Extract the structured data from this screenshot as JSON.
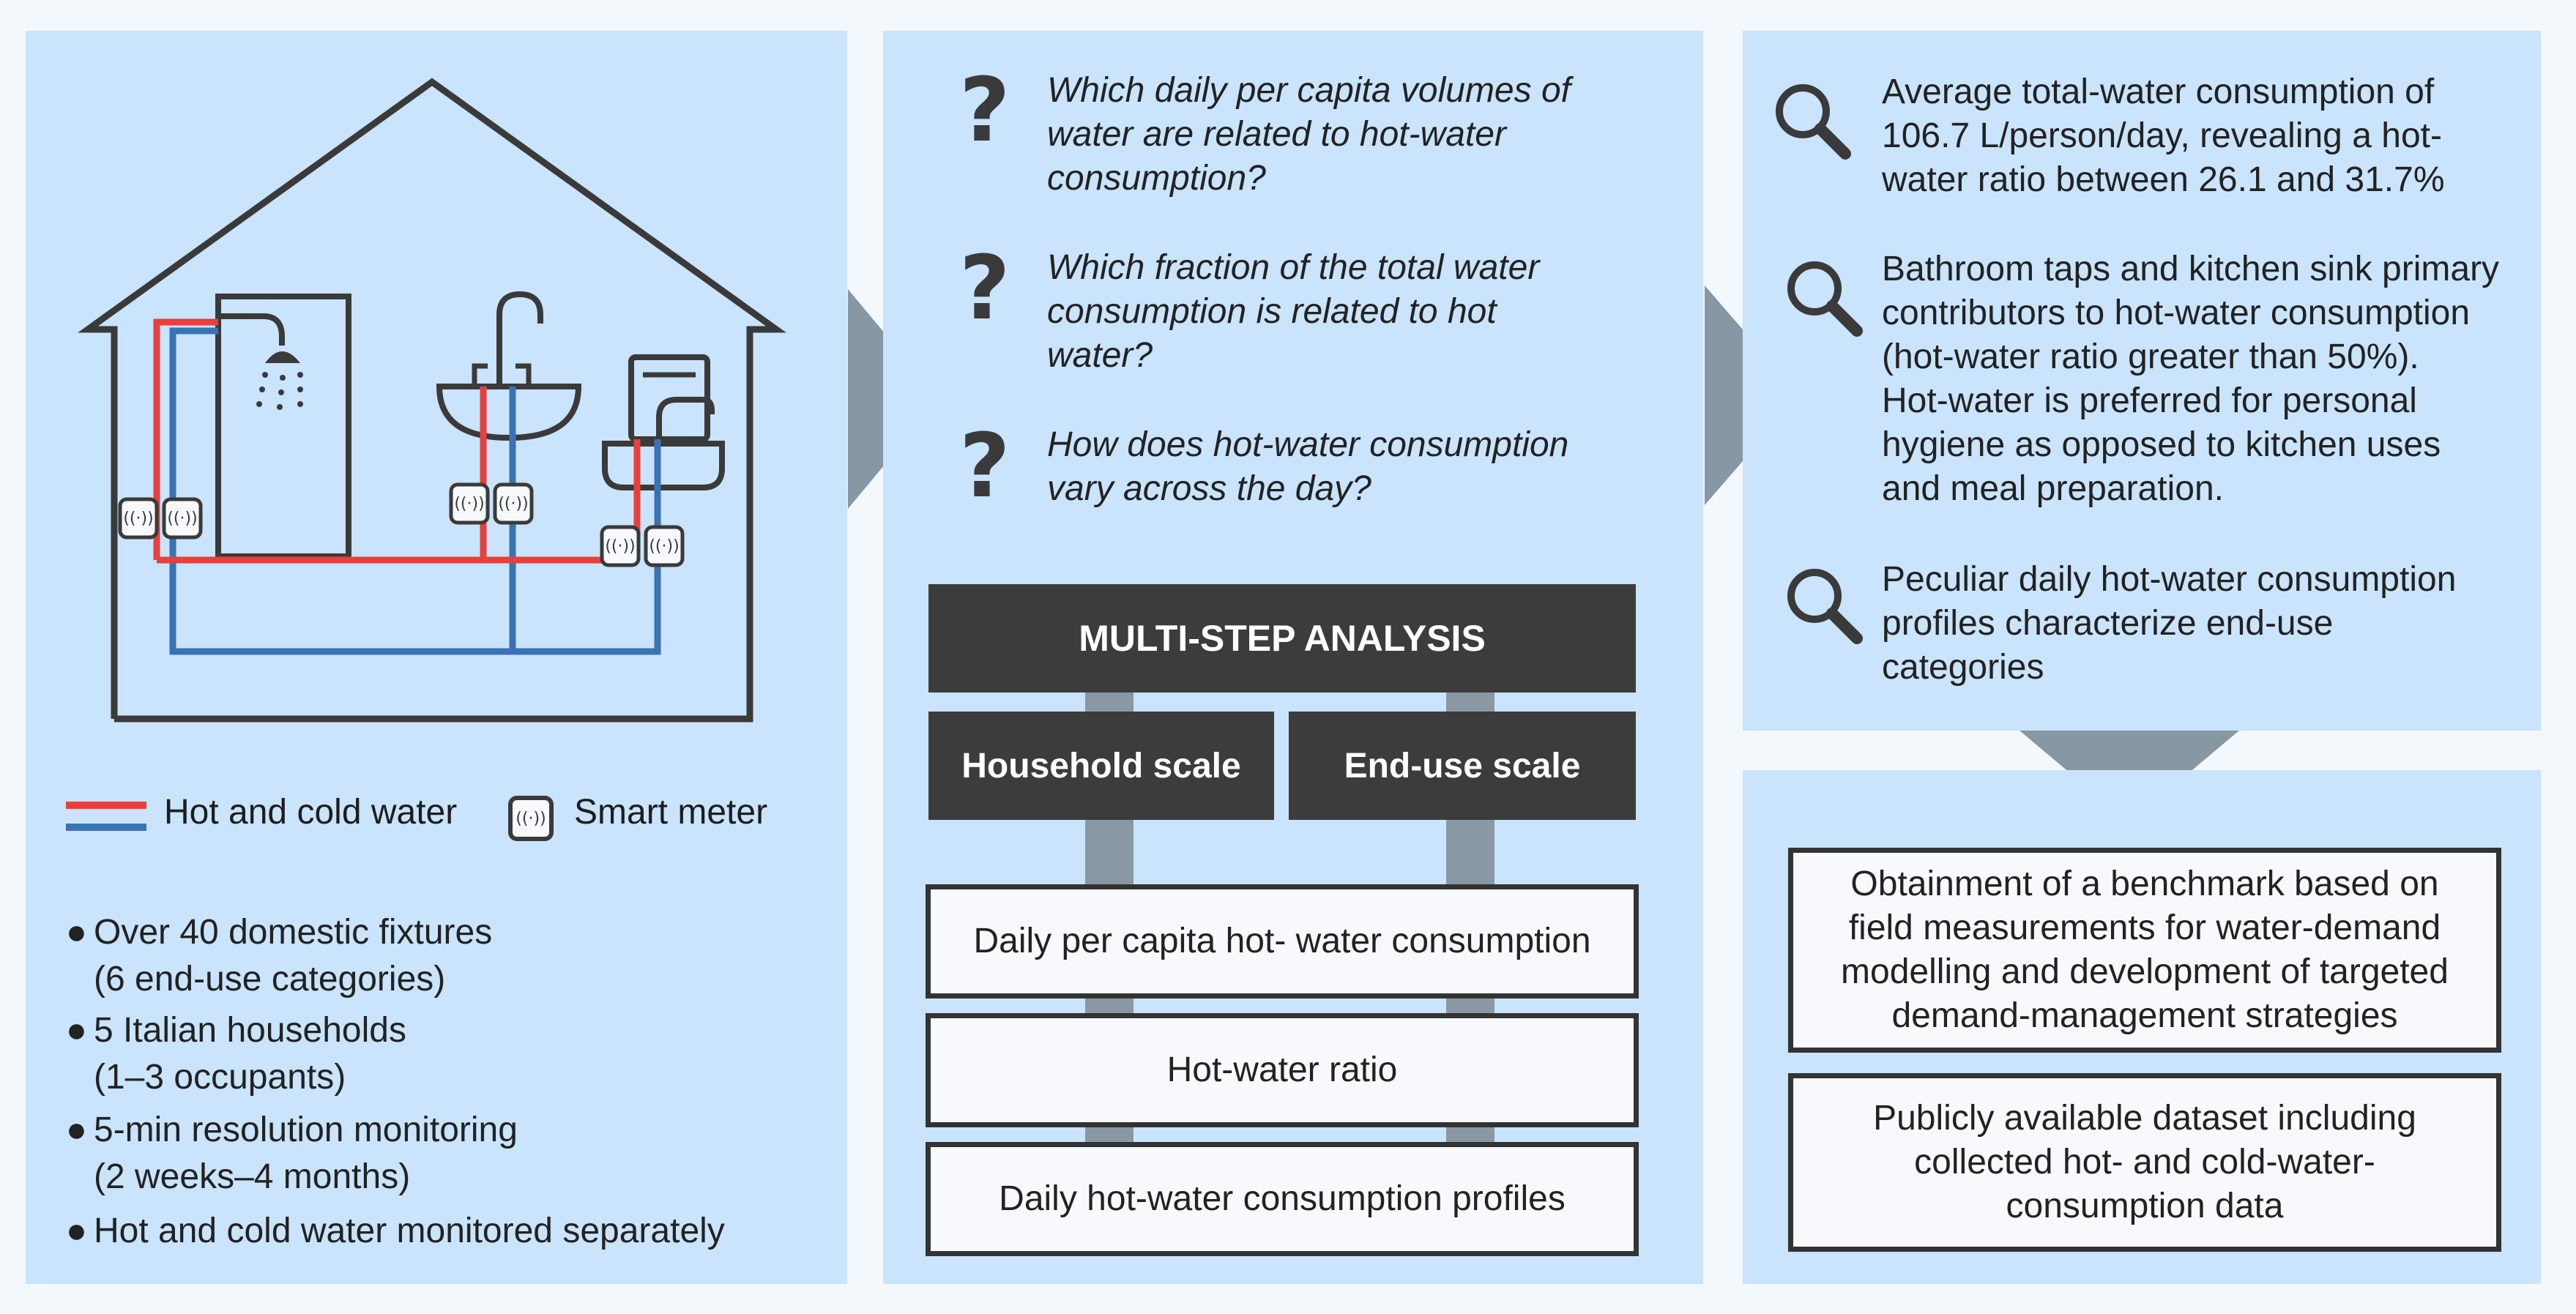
{
  "left": {
    "legend": {
      "pipes_label": "Hot and cold water",
      "meter_label": "Smart meter",
      "meter_glyph": "((·))"
    },
    "facts": [
      {
        "line1": "Over 40 domestic fixtures",
        "line2": "(6 end-use categories)"
      },
      {
        "line1": "5 Italian households",
        "line2": "(1–3 occupants)"
      },
      {
        "line1": "5-min resolution monitoring",
        "line2": "(2 weeks–4 months)"
      },
      {
        "line1": "Hot and cold water monitored separately",
        "line2": ""
      }
    ],
    "colors": {
      "hot": "#e8403c",
      "cold": "#3a73b3",
      "outline": "#3a3a3a"
    }
  },
  "middle": {
    "questions": [
      {
        "mark": "?",
        "lines": [
          "Which daily per capita volumes of",
          "water are related to hot-water",
          "consumption?"
        ]
      },
      {
        "mark": "?",
        "lines": [
          "Which fraction of the total water",
          "consumption is related to hot",
          "water?"
        ]
      },
      {
        "mark": "?",
        "lines": [
          "How does hot-water consumption",
          "vary across the day?"
        ]
      }
    ],
    "analysis_title": "MULTI-STEP ANALYSIS",
    "scales": [
      "Household scale",
      "End-use scale"
    ],
    "outputs": [
      "Daily per capita hot- water consumption",
      "Hot-water ratio",
      "Daily hot-water consumption profiles"
    ]
  },
  "right": {
    "findings": [
      {
        "icon": "magnifier-icon",
        "lines": [
          "Average total-water consumption of",
          "106.7 L/person/day, revealing a hot-",
          "water ratio between 26.1 and 31.7%"
        ]
      },
      {
        "icon": "magnifier-icon",
        "lines": [
          "Bathroom taps and kitchen sink primary",
          "contributors to hot-water consumption",
          "(hot-water ratio greater than 50%).",
          "Hot-water is preferred for personal",
          "hygiene as opposed to kitchen uses",
          "and meal preparation."
        ]
      },
      {
        "icon": "magnifier-icon",
        "lines": [
          "Peculiar daily hot-water consumption",
          "profiles characterize end-use",
          "categories"
        ]
      }
    ],
    "outcomes": [
      {
        "lines": [
          "Obtainment of a benchmark based on",
          "field measurements for water-demand",
          "modelling and development of targeted",
          "demand-management strategies"
        ]
      },
      {
        "lines": [
          "Publicly available dataset including",
          "collected hot- and cold-water-",
          "consumption data"
        ]
      }
    ]
  },
  "colors": {
    "panel": "#c9e4fc",
    "arrow": "#8797a4",
    "dark_box": "#3c3c3c",
    "connector": "#8a98a4"
  }
}
